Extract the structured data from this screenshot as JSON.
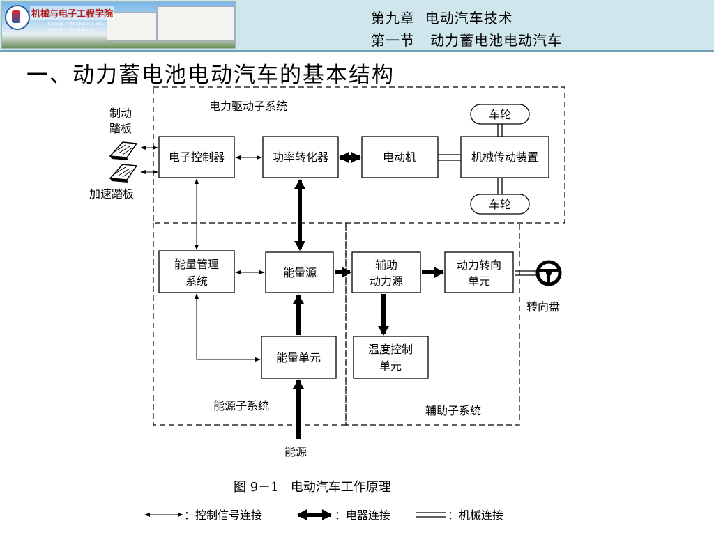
{
  "header": {
    "college_cn": "机械与电子工程学院",
    "college_en_1": "College of Mechanical and",
    "college_en_2": "Electronic Engineering",
    "chapter": "第九章  电动汽车技术",
    "section": "第一节   动力蓄电池电动汽车"
  },
  "title": "一、动力蓄电池电动汽车的基本结构",
  "diagram": {
    "subsystems": {
      "drive": "电力驱动子系统",
      "energy": "能源子系统",
      "aux": "辅助子系统"
    },
    "blocks": {
      "controller": "电子控制器",
      "converter": "功率转化器",
      "motor": "电动机",
      "transmission": "机械传动装置",
      "wheel_top": "车轮",
      "wheel_bottom": "车轮",
      "ems_1": "能量管理",
      "ems_2": "系统",
      "source": "能量源",
      "aux_power_1": "辅助",
      "aux_power_2": "动力源",
      "steering_1": "动力转向",
      "steering_2": "单元",
      "energy_unit": "能量单元",
      "temp_1": "温度控制",
      "temp_2": "单元"
    },
    "externals": {
      "brake_1": "制动",
      "brake_2": "踏板",
      "accel": "加速踏板",
      "steering_wheel": "转向盘",
      "energy_in": "能源"
    },
    "caption": "图 9－1   电动汽车工作原理",
    "legend": {
      "signal": "：控制信号连接",
      "electric": "：电器连接",
      "mechanical": "：机械连接"
    }
  }
}
